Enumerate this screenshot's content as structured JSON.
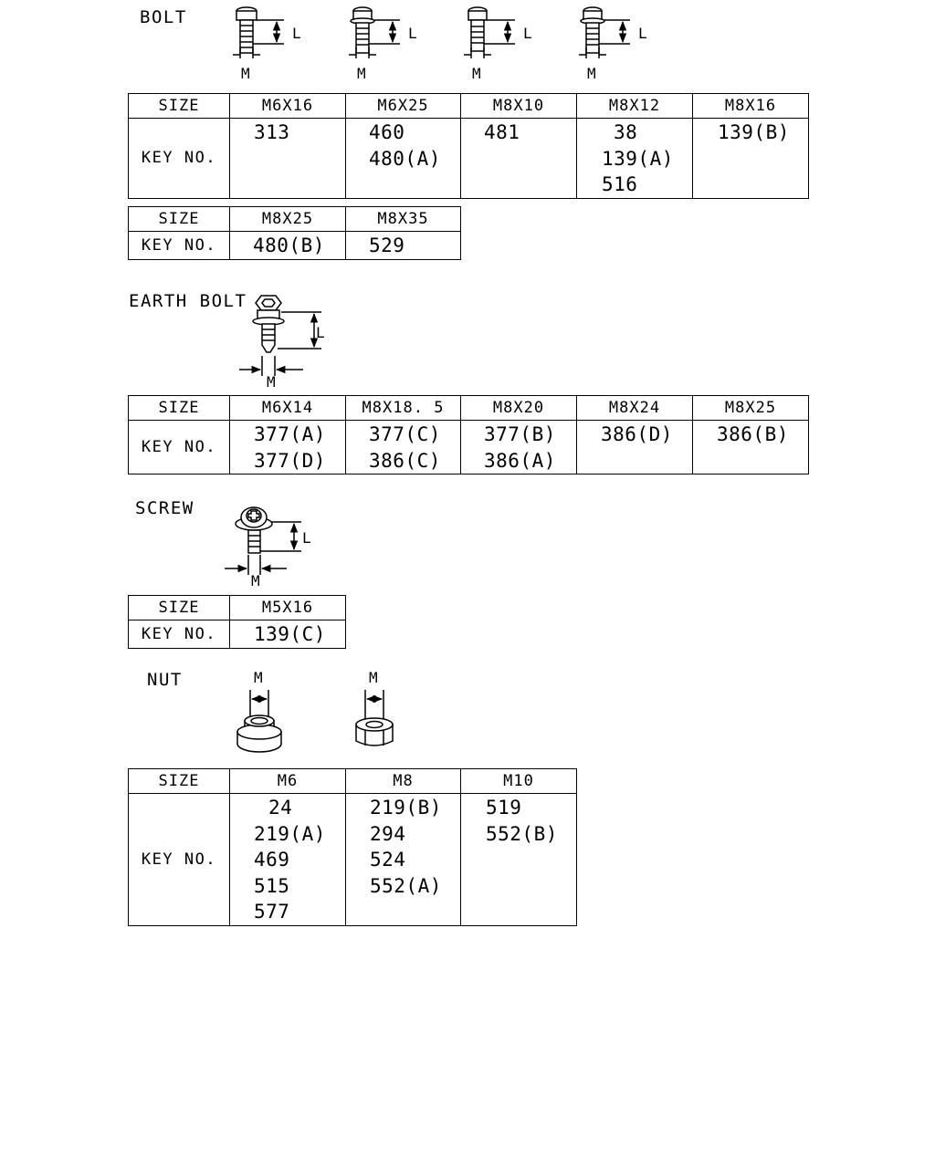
{
  "bolt": {
    "title": "BOLT",
    "dim_length": "L",
    "dim_thread": "M",
    "table1": {
      "size_label": "SIZE",
      "key_label": "KEY NO.",
      "sizes": [
        "M6X16",
        "M6X25",
        "M8X10",
        "M8X12",
        "M8X16"
      ],
      "keys": [
        [
          "313"
        ],
        [
          "460",
          "480(A)"
        ],
        [
          "481"
        ],
        [
          "38",
          "139(A)",
          "516"
        ],
        [
          "139(B)"
        ]
      ]
    },
    "table2": {
      "size_label": "SIZE",
      "key_label": "KEY NO.",
      "sizes": [
        "M8X25",
        "M8X35"
      ],
      "keys": [
        [
          "480(B)"
        ],
        [
          "529"
        ]
      ]
    }
  },
  "earth_bolt": {
    "title": "EARTH BOLT",
    "dim_length": "L",
    "dim_thread": "M",
    "table": {
      "size_label": "SIZE",
      "key_label": "KEY NO.",
      "sizes": [
        "M6X14",
        "M8X18. 5",
        "M8X20",
        "M8X24",
        "M8X25"
      ],
      "keys": [
        [
          "377(A)",
          "377(D)"
        ],
        [
          "377(C)",
          "386(C)"
        ],
        [
          "377(B)",
          "386(A)"
        ],
        [
          "386(D)"
        ],
        [
          "386(B)"
        ]
      ]
    }
  },
  "screw": {
    "title": "SCREW",
    "dim_length": "L",
    "dim_thread": "M",
    "table": {
      "size_label": "SIZE",
      "key_label": "KEY NO.",
      "sizes": [
        "M5X16"
      ],
      "keys": [
        [
          "139(C)"
        ]
      ]
    }
  },
  "nut": {
    "title": "NUT",
    "dim_thread": "M",
    "table": {
      "size_label": "SIZE",
      "key_label": "KEY NO.",
      "sizes": [
        "M6",
        "M8",
        "M10"
      ],
      "keys": [
        [
          "24",
          "219(A)",
          "469",
          "515",
          "577"
        ],
        [
          "219(B)",
          "294",
          "524",
          "552(A)"
        ],
        [
          "519",
          "552(B)"
        ]
      ]
    }
  }
}
